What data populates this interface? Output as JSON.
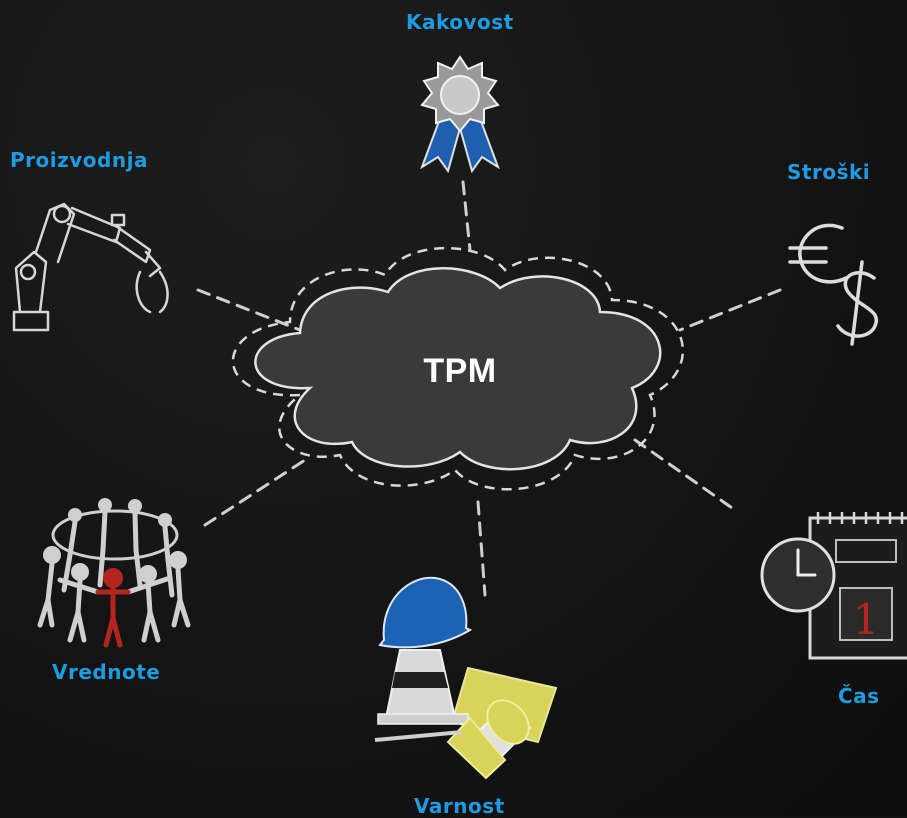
{
  "center": {
    "title": "TPM"
  },
  "nodes": {
    "kakovost": "Kakovost",
    "proizvodnja": "Proizvodnja",
    "stroski": "Stroški",
    "vrednote": "Vrednote",
    "varnost": "Varnost",
    "cas": "Čas"
  },
  "calendar_day": "1",
  "colors": {
    "background": "#121212",
    "label": "#1f9be0",
    "chalk": "#d8d8d8",
    "cloud_fill": "#3a3a3a",
    "ribbon": "#1e5fb0",
    "helmet": "#1c62b5",
    "person_highlight": "#b3261e",
    "cone_yellow": "#d9d35a"
  },
  "icons": {
    "kakovost": "award-rosette-icon",
    "proizvodnja": "robotic-arm-icon",
    "stroski": "euro-dollar-icon",
    "vrednote": "people-circle-icon",
    "varnost": "hardhat-cone-icon",
    "cas": "clock-calendar-icon"
  }
}
